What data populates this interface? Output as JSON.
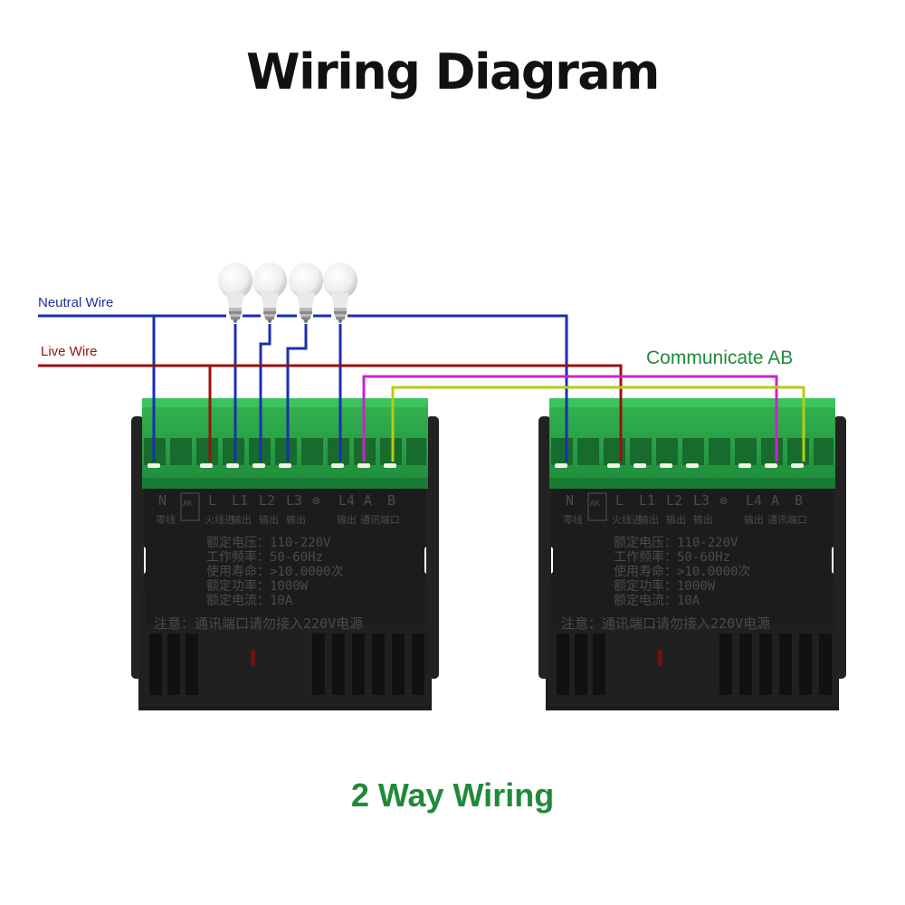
{
  "title": "Wiring Diagram",
  "subtitle": "2 Way Wiring",
  "labels": {
    "neutral": "Neutral Wire",
    "live": "Live Wire",
    "communicate": "Communicate AB"
  },
  "module": {
    "top_labels": [
      "N",
      "L",
      "L1",
      "L2",
      "L3",
      "⊗",
      "L4",
      "A",
      "B"
    ],
    "badge": "AK",
    "sub_labels": [
      "零线",
      "火线进",
      "输出",
      "输出",
      "输出",
      "输出",
      "通讯端口"
    ],
    "specs": [
      "额定电压：110-220V",
      "工作频率：50-60Hz",
      "使用寿命：>10.0000次",
      "额定功率：1000W",
      "额定电流：10A"
    ],
    "warning": "注意：通讯端口请勿接入220V电源"
  },
  "colors": {
    "neutral": "#1a2fb0",
    "live": "#9a1010",
    "comm_a": "#cc22cc",
    "comm_b": "#b8cc10",
    "terminal": "#28a646",
    "body": "#1c1c1c",
    "accent": "#1f8a3a"
  },
  "icons": [
    "light-bulb-icon",
    "screw-terminal-icon"
  ]
}
